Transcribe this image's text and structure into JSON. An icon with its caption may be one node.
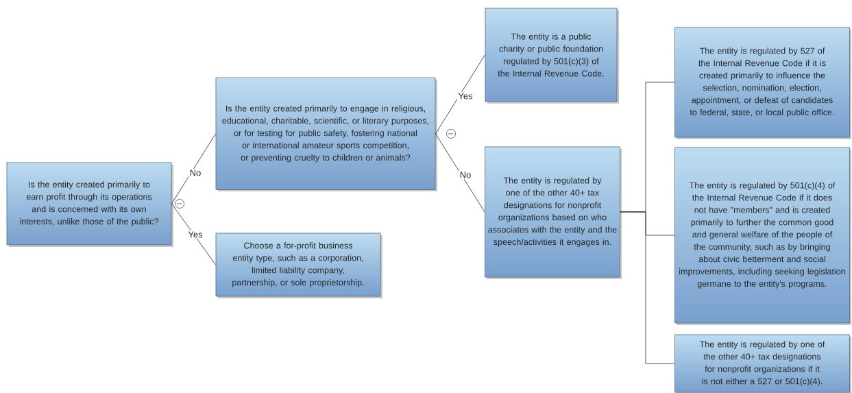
{
  "diagram": {
    "nodes": [
      {
        "text": [
          "Is the entity created primarily to earn profit through its operations and is concerned with its own interests, unlike those of the public?"
        ]
      },
      {
        "text": [
          "Is the entity created primarily to engage in religious, educational, charitable, scientific, or literary purposes, or for testing for public safety, fostering national or international amateur sports competition, or preventing cruelty to children or animals?"
        ]
      },
      {
        "text": [
          "Choose a for-profit business entity type, such as a corporation, limited liability company, partnership, or sole proprietorship."
        ]
      },
      {
        "text": [
          "The entity is a public charity or public foundation regulated by 501(c)(3) of the Internal Revenue Code."
        ]
      },
      {
        "text": [
          "The entity is regulated by one of the other 40+ tax designations for nonprofit organizations based on who associates with the entity and the speech/activities it engages in."
        ]
      },
      {
        "text": [
          "The entity is regulated by 527 of the Internal Revenue Code if it is created primarily to influence the selection, nomination, election, appointment, or defeat of candidates to federal, state, or local public office."
        ]
      },
      {
        "text": [
          "The entity is regulated by 501(c)(4) of the Internal Revenue Code if it does not have \"members\" and is created primarily to further the common good and general welfare of the people of the community, such as by bringing about civic betterment and social improvements, including seeking legislation germane to the entity's programs."
        ]
      },
      {
        "text": [
          "The entity is regulated by one of the other 40+ tax designations for nonprofit organizations if it is not either a 527 or 501(c)(4)."
        ]
      }
    ],
    "edges": [
      {
        "from": 0,
        "to": 1,
        "arrow": "none",
        "label": "No"
      },
      {
        "from": 0,
        "to": 2,
        "arrow": "none",
        "label": "Yes"
      },
      {
        "from": 1,
        "to": 3,
        "arrow": "none",
        "label": "Yes"
      },
      {
        "from": 1,
        "to": 4,
        "arrow": "none",
        "label": "No"
      },
      {
        "from": 4,
        "to": 5,
        "arrow": "none"
      },
      {
        "from": 4,
        "to": 6,
        "arrow": "none"
      },
      {
        "from": 4,
        "to": 7,
        "arrow": "none"
      }
    ]
  }
}
